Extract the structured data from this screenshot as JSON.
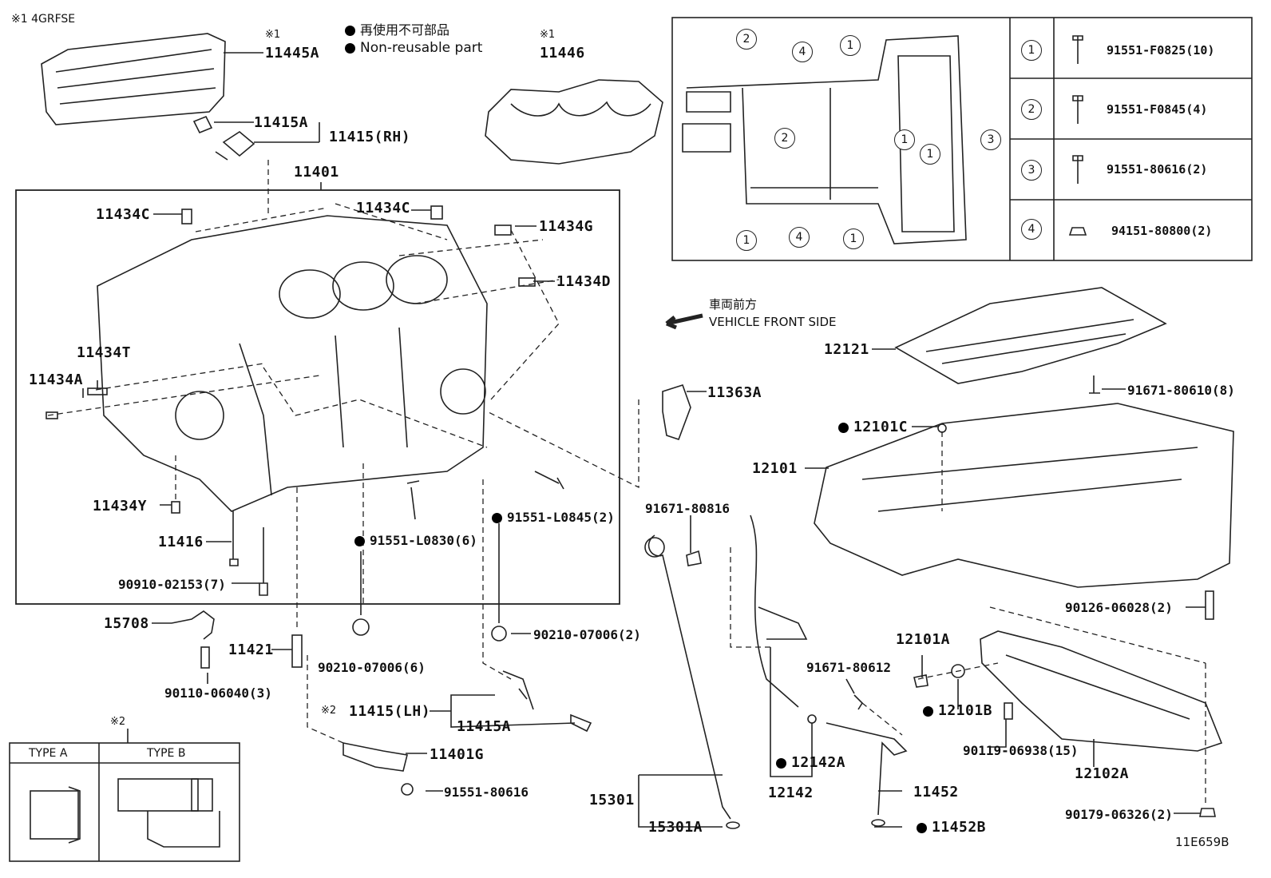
{
  "header": {
    "engine_note": "※1 4GRFSE",
    "legend_cn": "再使用不可部品",
    "legend_en": "Non-reusable part",
    "note1": "※1",
    "note2": "※2"
  },
  "direction": {
    "cn": "車両前方",
    "en": "VEHICLE FRONT SIDE"
  },
  "diagram_id": "11E659B",
  "parts": {
    "p11445A": "11445A",
    "p11446": "11446",
    "p11415A_top": "11415A",
    "p11415RH": "11415(RH)",
    "p11401": "11401",
    "p11434C_left": "11434C",
    "p11434C_mid": "11434C",
    "p11434G": "11434G",
    "p11434D": "11434D",
    "p11434T": "11434T",
    "p11434A": "11434A",
    "p11434Y": "11434Y",
    "p11416": "11416",
    "p90910": "90910-02153(7)",
    "p91551L0830": "91551-L0830(6)",
    "p91551L0845": "91551-L0845(2)",
    "p11363A": "11363A",
    "p12121": "12121",
    "p91671_80610": "91671-80610(8)",
    "p12101C": "12101C",
    "p12101": "12101",
    "p91671_80816": "91671-80816",
    "p15708": "15708",
    "p11421": "11421",
    "p90110": "90110-06040(3)",
    "p90210_6": "90210-07006(6)",
    "p90210_2": "90210-07006(2)",
    "p11415LH": "11415(LH)",
    "p11415A_bot": "11415A",
    "p11401G": "11401G",
    "p91551_80616": "91551-80616",
    "p90126": "90126-06028(2)",
    "p12101A": "12101A",
    "p91671_80612": "91671-80612",
    "p12101B": "12101B",
    "p90119": "90119-06938(15)",
    "p12102A": "12102A",
    "p90179": "90179-06326(2)",
    "p12142A": "12142A",
    "p12142": "12142",
    "p11452": "11452",
    "p11452B": "11452B",
    "p15301": "15301",
    "p15301A": "15301A"
  },
  "type_box": {
    "a": "TYPE A",
    "b": "TYPE B"
  },
  "bolt_legend": [
    {
      "num": "1",
      "part": "91551-F0825(10)"
    },
    {
      "num": "2",
      "part": "91551-F0845(4)"
    },
    {
      "num": "3",
      "part": "91551-80616(2)"
    },
    {
      "num": "4",
      "part": "94151-80800(2)"
    }
  ],
  "bolt_map_marks": [
    "2",
    "4",
    "1",
    "2",
    "3",
    "1",
    "1",
    "1",
    "4",
    "1"
  ]
}
